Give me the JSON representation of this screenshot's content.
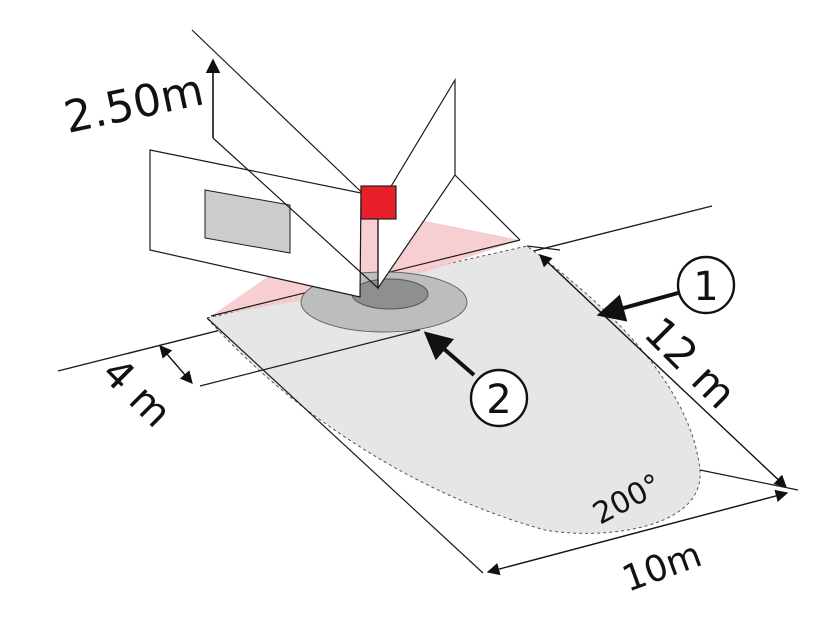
{
  "diagram": {
    "mount_height_label": "2.50m",
    "range_length_label": "12 m",
    "range_width_label": "10m",
    "near_depth_label": "4 m",
    "angle_label": "200°",
    "callouts": [
      {
        "id": "1",
        "label": "1"
      },
      {
        "id": "2",
        "label": "2"
      }
    ],
    "colors": {
      "sensor": "#e8202a",
      "cone": "#f6c9cd",
      "coverage": "#e6e6e6",
      "core_outer": "#bdbdbd",
      "core_inner": "#8f8f8f",
      "window": "#cccccc",
      "line": "#1a1a1a"
    }
  }
}
